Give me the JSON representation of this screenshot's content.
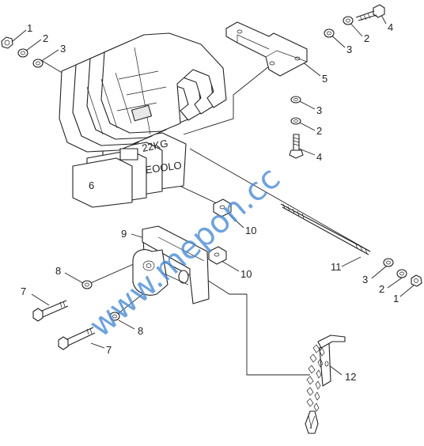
{
  "callouts": {
    "c1a": "1",
    "c2a": "2",
    "c3a": "3",
    "c4a": "4",
    "c2b": "2",
    "c3b": "3",
    "c5": "5",
    "c3c": "3",
    "c2c": "2",
    "c4b": "4",
    "c6": "6",
    "c10a": "10",
    "c9": "9",
    "c10b": "10",
    "c11": "11",
    "c3d": "3",
    "c2d": "2",
    "c1b": "1",
    "c8a": "8",
    "c7a": "7",
    "c8b": "8",
    "c7b": "7",
    "c12": "12"
  },
  "weight_stamps": {
    "top": "22KG",
    "bottom": "EOOLO"
  },
  "watermark": "www.mepon.cc"
}
